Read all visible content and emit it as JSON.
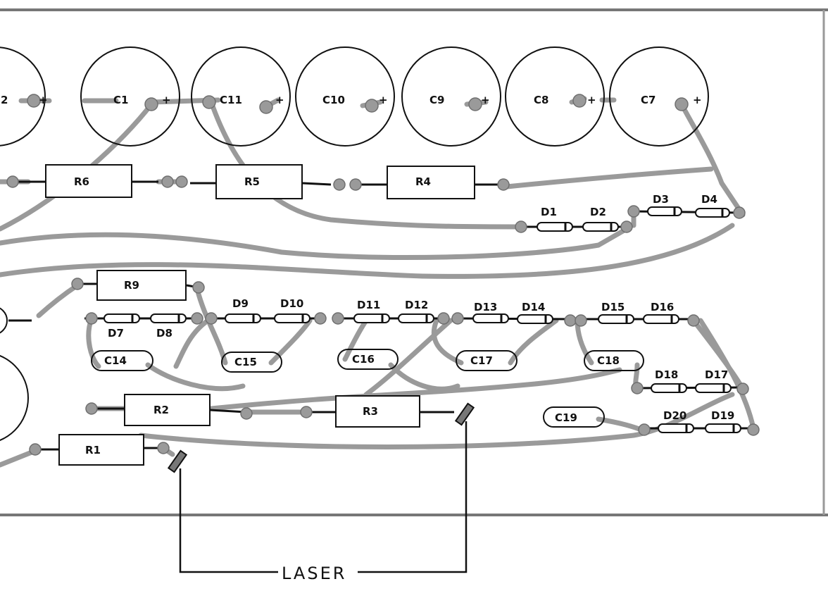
{
  "electrolytic_caps": [
    {
      "label": "2",
      "polarity": "+"
    },
    {
      "label": "C1",
      "polarity": "+"
    },
    {
      "label": "C11",
      "polarity": "+"
    },
    {
      "label": "C10",
      "polarity": "+"
    },
    {
      "label": "C9",
      "polarity": "+"
    },
    {
      "label": "C8",
      "polarity": "+"
    },
    {
      "label": "C7",
      "polarity": "+"
    }
  ],
  "resistors": [
    "R6",
    "R5",
    "R4",
    "R9",
    "R2",
    "R3",
    "R1"
  ],
  "diodes": [
    "D1",
    "D2",
    "D3",
    "D4",
    "D7",
    "D8",
    "D9",
    "D10",
    "D11",
    "D12",
    "D13",
    "D14",
    "D15",
    "D16",
    "D18",
    "D17",
    "D20",
    "D19"
  ],
  "ceramic_caps": [
    "C14",
    "C15",
    "C16",
    "C17",
    "C18",
    "C19"
  ],
  "output_label": "LASER"
}
